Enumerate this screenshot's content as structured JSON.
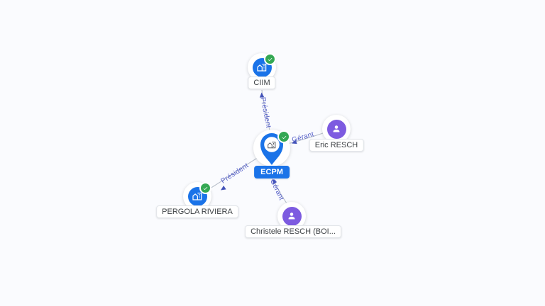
{
  "app": {
    "view": "company-relations-graph"
  },
  "nodes": [
    {
      "id": "ciim",
      "label": "CIIM",
      "type": "company",
      "verified": true,
      "icon": "building-icon"
    },
    {
      "id": "ecpm",
      "label": "ECPM",
      "type": "company",
      "verified": true,
      "icon": "building-pin-icon",
      "focused": true
    },
    {
      "id": "eric-resch",
      "label": "Eric RESCH",
      "type": "person",
      "verified": false,
      "icon": "person-icon"
    },
    {
      "id": "pergola-riviera",
      "label": "PERGOLA RIVIERA",
      "type": "company",
      "verified": true,
      "icon": "building-icon"
    },
    {
      "id": "christele-resch",
      "label": "Christele RESCH (BOI...",
      "type": "person",
      "verified": false,
      "icon": "person-icon"
    }
  ],
  "edges": [
    {
      "from": "ecpm",
      "to": "ciim",
      "label": "Président"
    },
    {
      "from": "eric-resch",
      "to": "ecpm",
      "label": "Gérant"
    },
    {
      "from": "ecpm",
      "to": "pergola-riviera",
      "label": "Président"
    },
    {
      "from": "christele-resch",
      "to": "ecpm",
      "label": "Gérant"
    }
  ],
  "colors": {
    "background": "#fafbfe",
    "company_blue": "#1a73e8",
    "person_purple": "#7d5be0",
    "verified_green": "#34a853",
    "edge_line": "#b8bfca",
    "edge_arrow": "#4353b8",
    "edge_label_text": "#5660c9",
    "node_label_text": "#3c4043",
    "focus_label_bg": "#1a73e8"
  }
}
